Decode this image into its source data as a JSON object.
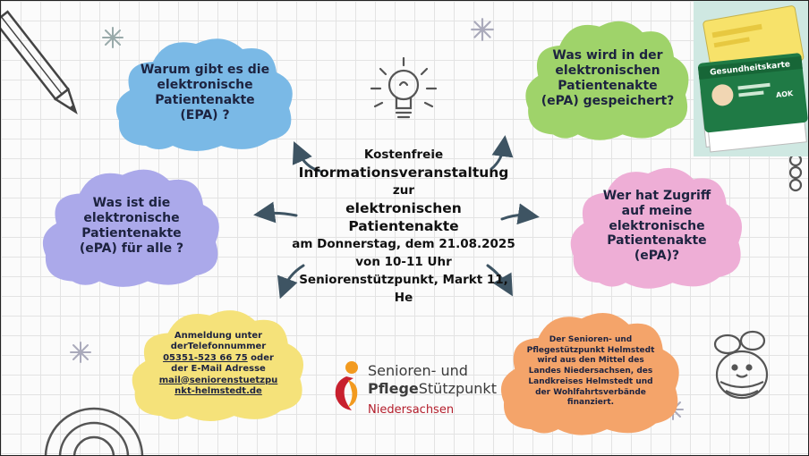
{
  "clouds": {
    "q1": {
      "lines": [
        "Warum gibt es die",
        "elektronische",
        "Patientenakte",
        "(EPA) ?"
      ],
      "color": "#7ab9e6"
    },
    "q2": {
      "lines": [
        "Was wird in der",
        "elektronischen",
        "Patientenakte",
        "(ePA) gespeichert?"
      ],
      "color": "#9fd36a"
    },
    "q3": {
      "lines": [
        "Was ist die",
        "elektronische",
        "Patientenakte",
        "(ePA) für alle ?"
      ],
      "color": "#aba9ea"
    },
    "q4": {
      "lines": [
        "Wer hat Zugriff",
        "auf meine",
        "elektronische",
        "Patientenakte",
        "(ePA)?"
      ],
      "color": "#eeaed6"
    },
    "reg": {
      "lines": [
        "Anmeldung unter",
        "derTelefonnummer"
      ],
      "phone": "05351-523 66 75",
      "after_phone": " oder",
      "lines2": [
        "der E-Mail Adresse"
      ],
      "email1": "mail@seniorenstuetzpu",
      "email2": "nkt-helmstedt.de",
      "color": "#f5e27a"
    },
    "fund": {
      "lines": [
        "Der Senioren- und",
        "Pflegestützpunkt Helmstedt",
        "wird aus den Mittel des",
        "Landes Niedersachsen, des",
        "Landkreises Helmstedt und",
        "der Wohlfahrtsverbände",
        "finanziert."
      ],
      "color": "#f4a46a"
    }
  },
  "center": {
    "l1": "Kostenfreie",
    "l2": "Informationsveranstaltung",
    "l3": "zur",
    "l4": "elektronischen Patientenakte",
    "l5": "am Donnerstag, dem 21.08.2025",
    "l6": "von 10-11 Uhr",
    "l7": "Seniorenstützpunkt, Markt 11,",
    "l8": "He"
  },
  "logo": {
    "line1": "Senioren- und",
    "line2_bold": "Pflege",
    "line2_rest": "Stützpunkt",
    "line3": "Niedersachsen",
    "colors": {
      "orange": "#f29a1f",
      "red": "#c8202e",
      "dark": "#3b3b3b"
    }
  },
  "card": {
    "title": "Gesundheitskarte",
    "brand": "AOK",
    "color": "#1f7a45"
  },
  "colors": {
    "arrow": "#3e5463",
    "text": "#1d2340"
  }
}
